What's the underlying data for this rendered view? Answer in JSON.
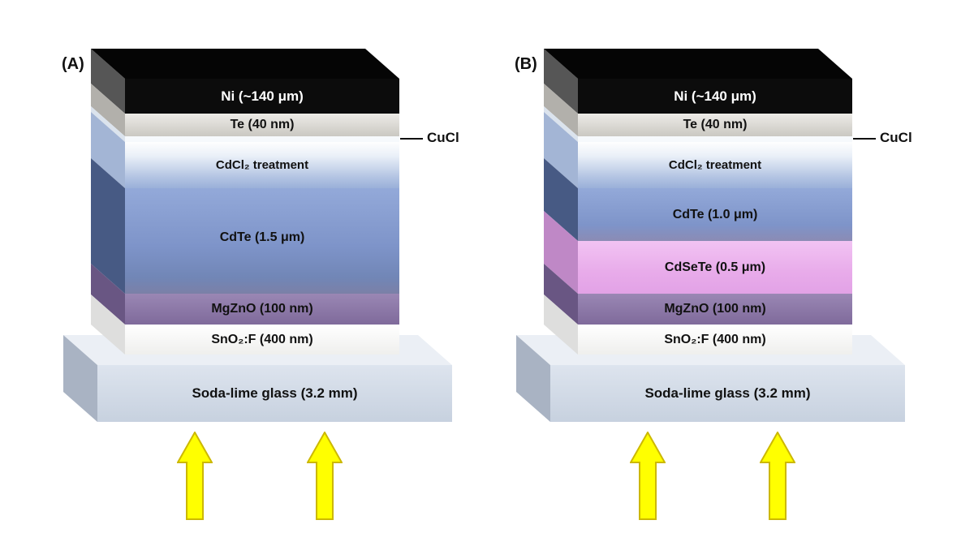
{
  "figure": {
    "panels": [
      {
        "label": "(A)",
        "cucl": "CuCl",
        "layers": {
          "ni": "Ni (~140 μm)",
          "te": "Te (40 nm)",
          "cdcl2": "CdCl₂ treatment",
          "cdte": "CdTe (1.5 μm)",
          "mgzno": "MgZnO (100 nm)",
          "sno2f": "SnO₂:F (400 nm)",
          "glass": "Soda-lime glass (3.2 mm)"
        }
      },
      {
        "label": "(B)",
        "cucl": "CuCl",
        "layers": {
          "ni": "Ni (~140 μm)",
          "te": "Te (40 nm)",
          "cdcl2": "CdCl₂ treatment",
          "cdte": "CdTe (1.0 μm)",
          "cdsete": "CdSeTe (0.5 μm)",
          "mgzno": "MgZnO (100 nm)",
          "sno2f": "SnO₂:F (400 nm)",
          "glass": "Soda-lime glass (3.2 mm)"
        }
      }
    ],
    "colors": {
      "ni": "#0c0c0c",
      "te": "#d8d6d0",
      "cdcl2_top": "#fefefe",
      "cdcl2_bottom": "#9ab0d9",
      "cdte": "#7e94c9",
      "cdsete": "#eab0ec",
      "mgzno": "#8c78a8",
      "sno2f": "#f7f7f5",
      "glass": "#d2dbe7",
      "light_arrow": "#ffff00",
      "light_arrow_outline": "#ccb800"
    }
  }
}
